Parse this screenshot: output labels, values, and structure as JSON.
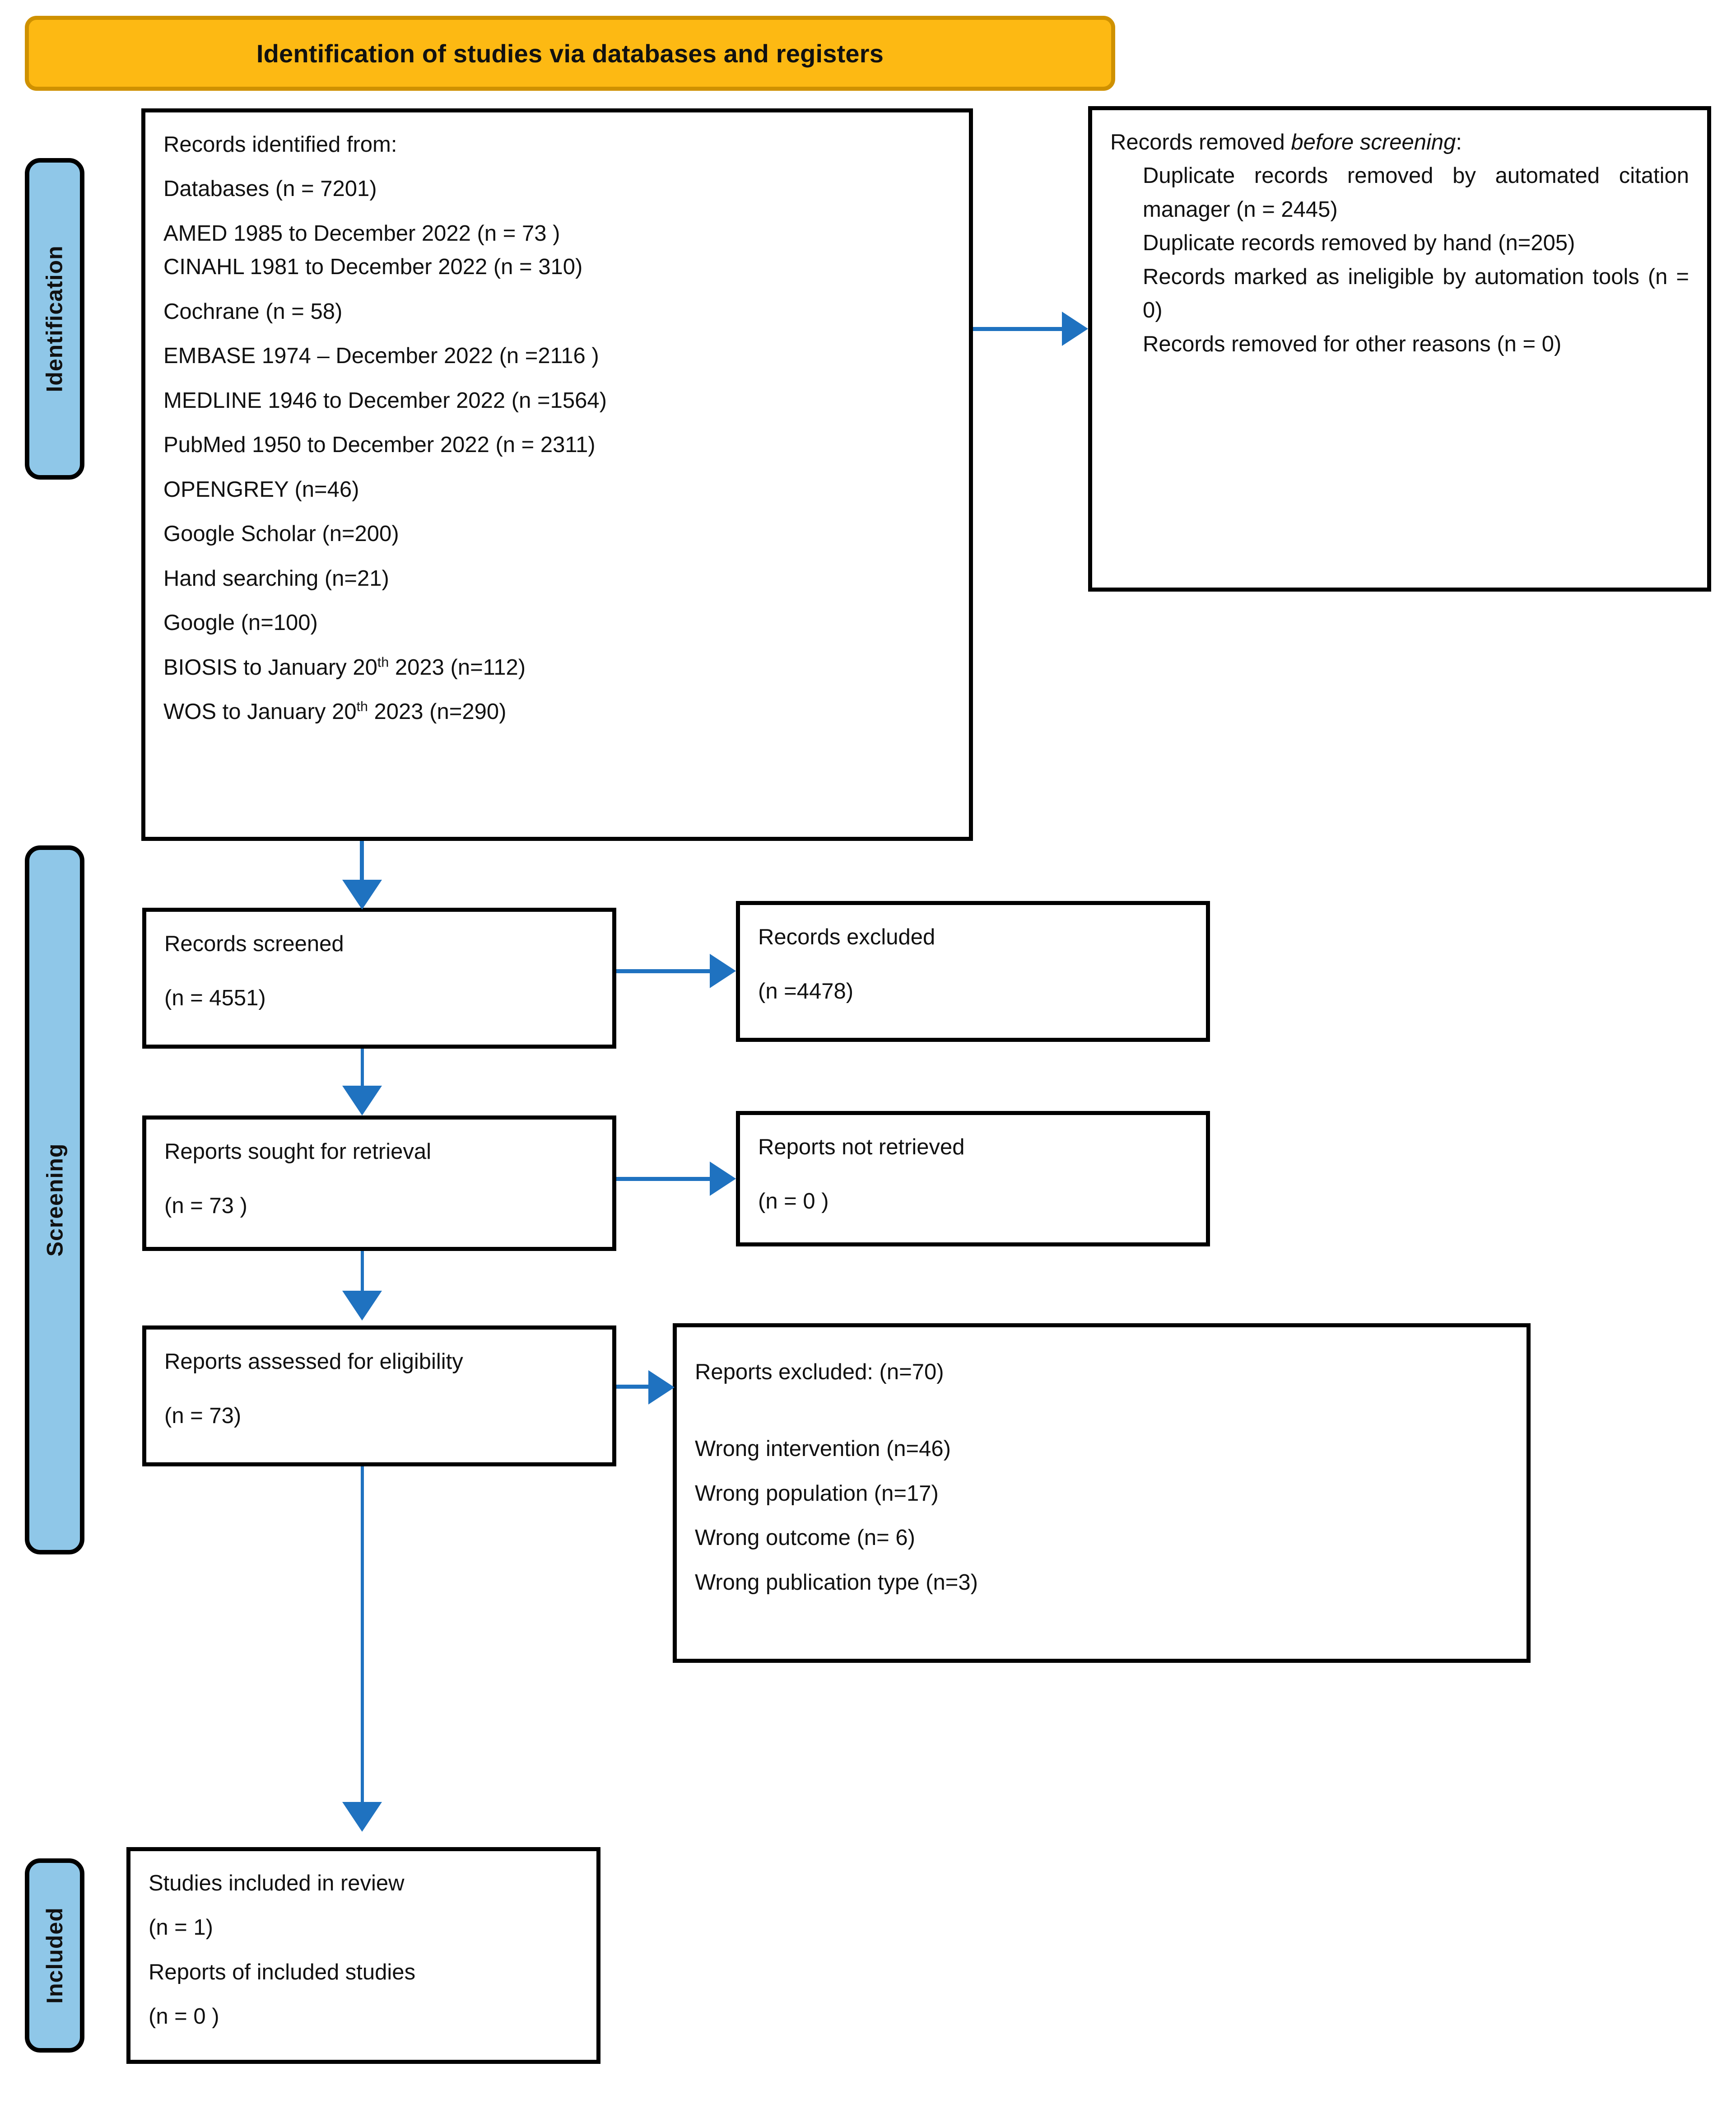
{
  "colors": {
    "banner_fill": "#FDB913",
    "banner_border": "#CF9100",
    "stage_fill": "#8FC7E8",
    "connector": "#1F72C0",
    "box_border": "#000000"
  },
  "banner": {
    "title": "Identification of studies via databases and registers"
  },
  "stages": {
    "identification": "Identification",
    "screening": "Screening",
    "included": "Included"
  },
  "boxes": {
    "records_identified": {
      "heading": "Records identified from:",
      "lines": [
        "Databases (n = 7201)",
        "AMED   1985 to December 2022   (n = 73 )",
        "CINAHL 1981 to December 2022 (n = 310)",
        "Cochrane (n = 58)",
        "EMBASE 1974 – December 2022 (n =2116 )",
        "MEDLINE 1946 to December 2022 (n =1564)",
        "PubMed 1950 to December 2022 (n = 2311)",
        "OPENGREY (n=46)",
        "Google Scholar (n=200)",
        "Hand searching (n=21)",
        "Google (n=100)"
      ],
      "biosis_prefix": "BIOSIS to January 20",
      "biosis_sup": "th",
      "biosis_suffix": " 2023 (n=112)",
      "wos_prefix": "WOS to January 20",
      "wos_sup": "th",
      "wos_suffix": " 2023 (n=290)"
    },
    "records_removed": {
      "heading_plain": "Records removed ",
      "heading_italic": "before screening",
      "heading_colon": ":",
      "items": [
        "Duplicate records removed by automated citation manager   (n = 2445)",
        "Duplicate records removed by hand (n=205)",
        "Records marked as ineligible by automation tools (n = 0)",
        "Records removed for other reasons (n = 0)"
      ]
    },
    "records_screened": {
      "label": "Records screened",
      "count": "(n = 4551)"
    },
    "records_excluded": {
      "label": "Records excluded",
      "count": "(n =4478)"
    },
    "reports_sought": {
      "label": "Reports sought for retrieval",
      "count": "(n = 73 )"
    },
    "reports_not_retrieved": {
      "label": "Reports not retrieved",
      "count": "(n = 0 )"
    },
    "reports_assessed": {
      "label": "Reports assessed for eligibility",
      "count": "(n = 73)"
    },
    "reports_excluded": {
      "heading": "Reports excluded: (n=70)",
      "reasons": [
        "Wrong intervention (n=46)",
        "Wrong population (n=17)",
        "Wrong outcome (n= 6)",
        "Wrong publication type (n=3)"
      ]
    },
    "studies_included": {
      "label_studies": "Studies included in review",
      "count_studies": "(n = 1)",
      "label_reports": "Reports of included studies",
      "count_reports": "(n = 0 )"
    }
  }
}
